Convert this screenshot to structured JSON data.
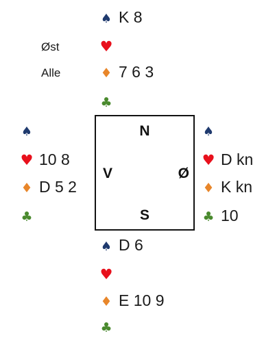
{
  "deal_info": {
    "dealer": "Øst",
    "vulnerability": "Alle"
  },
  "table": {
    "north_label": "N",
    "south_label": "S",
    "west_label": "V",
    "east_label": "Ø"
  },
  "suits": {
    "spade": "♠",
    "heart": "♥",
    "diamond": "♦",
    "club": "♣"
  },
  "hands": {
    "north": {
      "spades": "K 8",
      "hearts": "",
      "diamonds": "7 6 3",
      "clubs": ""
    },
    "west": {
      "spades": "",
      "hearts": "10 8",
      "diamonds": "D 5 2",
      "clubs": ""
    },
    "east": {
      "spades": "",
      "hearts": "D kn",
      "diamonds": "K kn",
      "clubs": "10"
    },
    "south": {
      "spades": "D 6",
      "hearts": "",
      "diamonds": "E 10 9",
      "clubs": ""
    }
  },
  "colors": {
    "spade": "#1f3a6e",
    "heart": "#e8101c",
    "diamond": "#e8862a",
    "club": "#4a8a2e"
  }
}
